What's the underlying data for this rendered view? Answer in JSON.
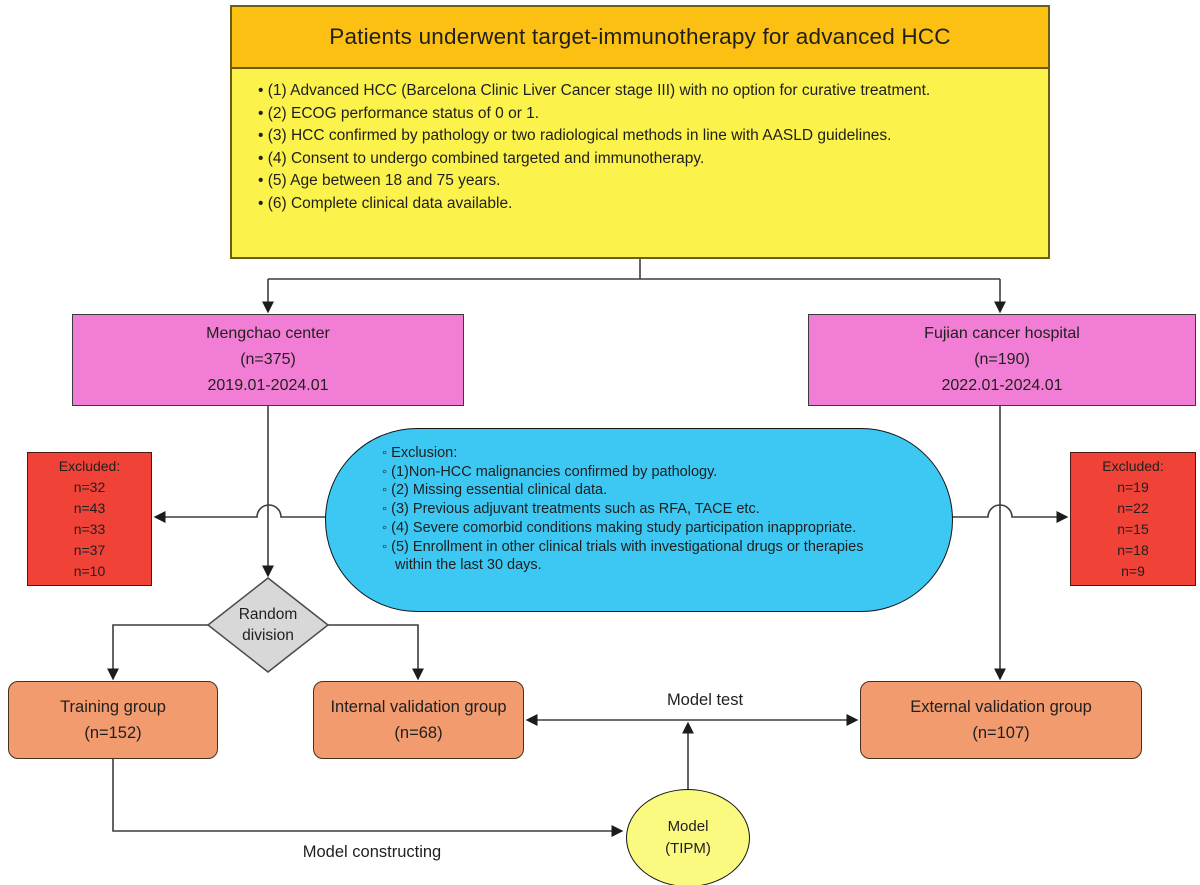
{
  "title_box": {
    "text": "Patients underwent target-immunotherapy for advanced HCC"
  },
  "inclusion": {
    "items": [
      "• (1) Advanced HCC (Barcelona Clinic Liver Cancer stage III) with no option for curative treatment.",
      "• (2) ECOG performance status of 0 or 1.",
      "• (3) HCC confirmed by pathology or two radiological methods in line with AASLD guidelines.",
      "• (4) Consent to undergo combined targeted and immunotherapy.",
      "• (5) Age between 18 and 75 years.",
      "• (6) Complete clinical data available."
    ]
  },
  "centers": {
    "mengchao": {
      "name": "Mengchao center",
      "n": "(n=375)",
      "period": "2019.01-2024.01"
    },
    "fujian": {
      "name": "Fujian cancer hospital",
      "n": "(n=190)",
      "period": "2022.01-2024.01"
    }
  },
  "excluded_left": {
    "title": "Excluded:",
    "items": [
      "n=32",
      "n=43",
      "n=33",
      "n=37",
      "n=10"
    ]
  },
  "excluded_right": {
    "title": "Excluded:",
    "items": [
      "n=19",
      "n=22",
      "n=15",
      "n=18",
      "n=9"
    ]
  },
  "exclusion": {
    "items": [
      "◦ Exclusion:",
      "◦ (1)Non-HCC malignancies confirmed by pathology.",
      "◦ (2) Missing essential clinical data.",
      "◦ (3) Previous adjuvant treatments such as RFA, TACE etc.",
      "◦ (4) Severe comorbid conditions making study participation inappropriate.",
      "◦ (5) Enrollment in other clinical trials with investigational drugs or therapies",
      "within the last 30 days."
    ]
  },
  "decision": {
    "line1": "Random",
    "line2": "division"
  },
  "groups": {
    "training": {
      "name": "Training group",
      "n": "(n=152)"
    },
    "internal": {
      "name": "Internal validation group",
      "n": "(n=68)"
    },
    "external": {
      "name": "External validation group",
      "n": "(n=107)"
    }
  },
  "model": {
    "line1": "Model",
    "line2": "(TIPM)"
  },
  "edge_labels": {
    "model_test": "Model test",
    "model_constructing": "Model constructing"
  },
  "colors": {
    "header_fill": "#fcc012",
    "criteria_fill": "#fbf24b",
    "center_fill": "#f17ed4",
    "excluded_fill": "#f04237",
    "exclusion_fill": "#3cc8f2",
    "decision_fill": "#d8d8d8",
    "group_fill": "#f29b6f",
    "model_fill": "#fafa80",
    "line_color": "#3d3d3d"
  }
}
